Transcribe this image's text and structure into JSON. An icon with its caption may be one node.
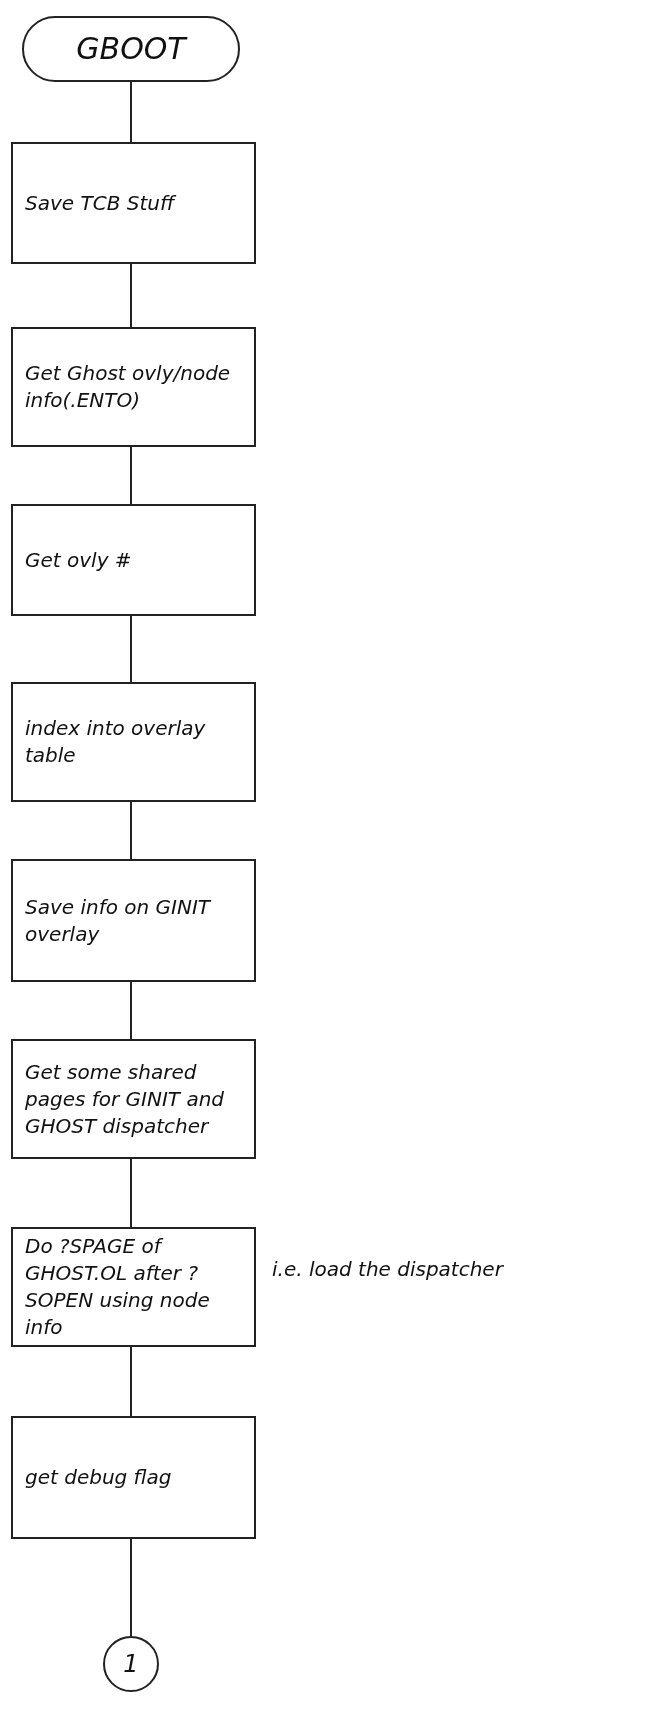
{
  "diagram": {
    "nodes": [
      {
        "text": [
          "GBOOT"
        ]
      },
      {
        "text": [
          "Save TCB Stuff"
        ]
      },
      {
        "text": [
          "Get Ghost ovly/node info(.ENTO)"
        ]
      },
      {
        "text": [
          "Get ovly #"
        ]
      },
      {
        "text": [
          "index into overlay table"
        ]
      },
      {
        "text": [
          "Save info on GINIT overlay"
        ]
      },
      {
        "text": [
          "Get some shared pages for GINIT and GHOST dispatcher"
        ]
      },
      {
        "text": [
          "Do ?SPAGE of GHOST.OL after ?SOPEN using node info"
        ],
        "beside": [
          "i.e. load the dispatcher"
        ]
      },
      {
        "text": [
          "get debug flag"
        ]
      },
      {
        "text": [
          "1"
        ]
      }
    ],
    "edges": [
      {
        "from": 0,
        "to": 1,
        "arrow": "none"
      },
      {
        "from": 1,
        "to": 2,
        "arrow": "none"
      },
      {
        "from": 2,
        "to": 3,
        "arrow": "none"
      },
      {
        "from": 3,
        "to": 4,
        "arrow": "none"
      },
      {
        "from": 4,
        "to": 5,
        "arrow": "none"
      },
      {
        "from": 5,
        "to": 6,
        "arrow": "none"
      },
      {
        "from": 6,
        "to": 7,
        "arrow": "none"
      },
      {
        "from": 7,
        "to": 8,
        "arrow": "none"
      },
      {
        "from": 8,
        "to": 9,
        "arrow": "none"
      }
    ]
  }
}
